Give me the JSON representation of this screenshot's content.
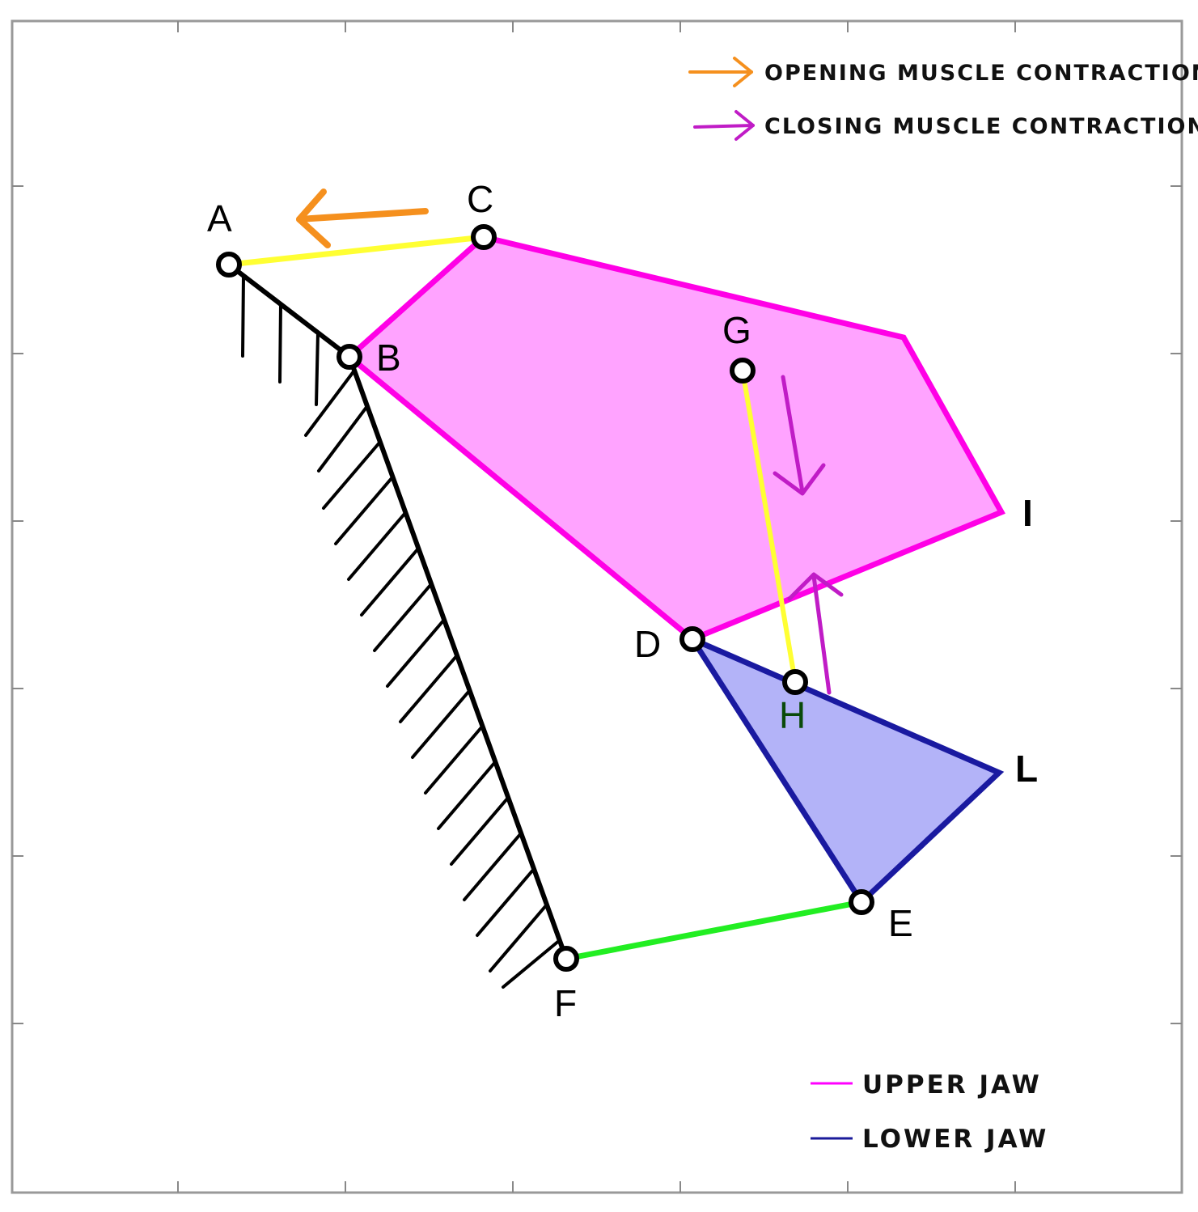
{
  "legend_top": {
    "opening": {
      "label": "OPENING MUSCLE CONTRACTION",
      "color": "#f5901e"
    },
    "closing": {
      "label": "CLOSING MUSCLE CONTRACTION",
      "color": "#c01cc6"
    }
  },
  "legend_bottom": {
    "upper": {
      "label": "UPPER JAW",
      "color": "#ff00ff"
    },
    "lower": {
      "label": "LOWER JAW",
      "color": "#1a1a9a"
    }
  },
  "points": {
    "A": "A",
    "B": "B",
    "C": "C",
    "D": "D",
    "E": "E",
    "F": "F",
    "G": "G",
    "H": "H",
    "I": "I",
    "L": "L"
  },
  "colors": {
    "upper_jaw_fill": "#ffa3ff",
    "upper_jaw_edge": "#ff00e6",
    "lower_jaw_fill": "#b3b3f8",
    "lower_jaw_edge": "#1a1aa0",
    "link_ac": "#ffff33",
    "link_gh": "#ffff33",
    "link_fe": "#22ee22",
    "ground": "#000000"
  }
}
